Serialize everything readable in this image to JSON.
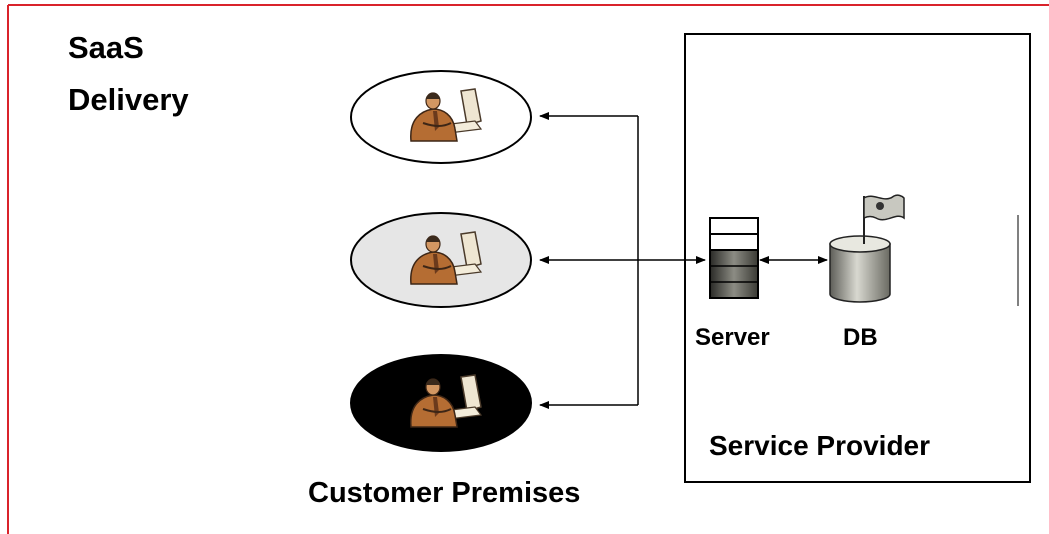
{
  "title": {
    "line1": "SaaS",
    "line2": "Delivery"
  },
  "provider": {
    "label": "Service Provider",
    "server_label": "Server",
    "db_label": "DB"
  },
  "customers": {
    "label": "Customer Premises"
  },
  "colors": {
    "border": "#d9232b",
    "line": "#000000",
    "client_dark": "#000000",
    "client_grey": "#e6e6e6"
  },
  "icons": [
    "user-at-computer-icon",
    "server-rack-icon",
    "database-cylinder-icon",
    "flag-icon"
  ]
}
